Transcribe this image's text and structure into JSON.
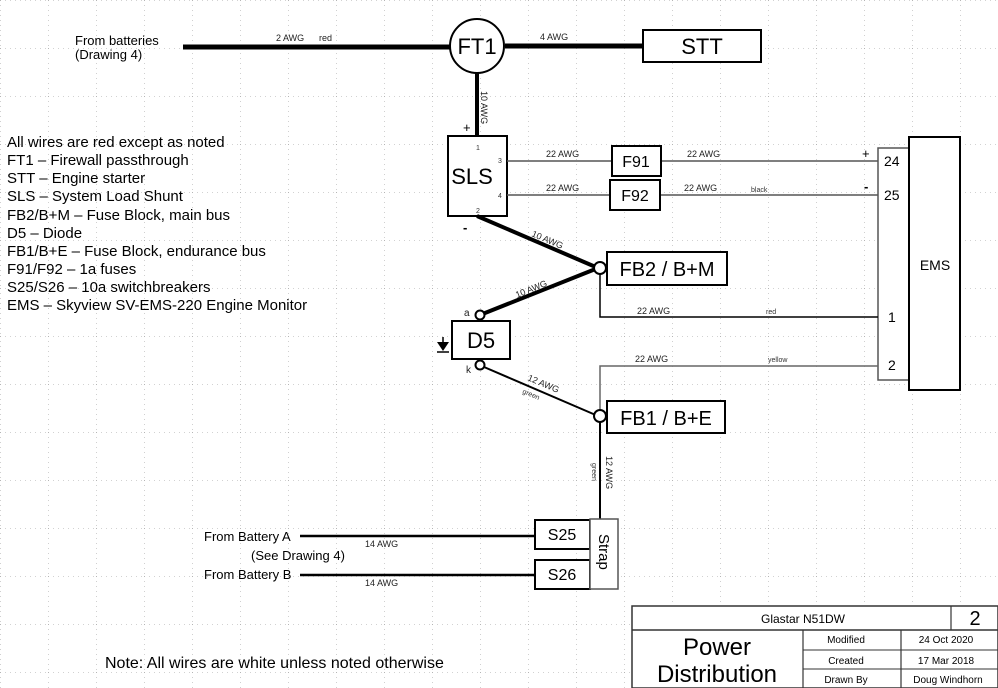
{
  "legend": {
    "lines": [
      "All wires are red except as noted",
      "FT1 – Firewall passthrough",
      "STT – Engine starter",
      "SLS – System Load Shunt",
      "FB2/B+M – Fuse Block, main bus",
      "D5 – Diode",
      "FB1/B+E – Fuse Block, endurance bus",
      "F91/F92 – 1a fuses",
      "S25/S26 – 10a switchbreakers",
      "EMS – Skyview SV-EMS-220 Engine Monitor"
    ]
  },
  "source_labels": {
    "from_batteries_1": "From batteries",
    "from_batteries_2": "(Drawing 4)",
    "battery_a": "From Battery A",
    "see_drawing": "(See Drawing 4)",
    "battery_b": "From Battery B"
  },
  "components": {
    "ft1": "FT1",
    "stt": "STT",
    "sls": "SLS",
    "f91": "F91",
    "f92": "F92",
    "ems": "EMS",
    "fb2": "FB2 / B+M",
    "d5": "D5",
    "fb1": "FB1 / B+E",
    "s25": "S25",
    "s26": "S26",
    "strap": "Strap"
  },
  "pins": {
    "sls_1": "1",
    "sls_2": "2",
    "sls_3": "3",
    "sls_4": "4",
    "sls_plus": "+",
    "sls_minus": "-",
    "d5_a": "a",
    "d5_k": "k",
    "ems_24": "24",
    "ems_25": "25",
    "ems_1": "1",
    "ems_2": "2",
    "ems_plus": "+",
    "ems_minus": "-"
  },
  "wires": {
    "batt_ft1_gauge": "2 AWG",
    "batt_ft1_color": "red",
    "ft1_stt_gauge": "4 AWG",
    "ft1_sls_gauge": "10 AWG",
    "sls3_f91_gauge": "22 AWG",
    "f91_ems_gauge": "22 AWG",
    "sls4_f92_gauge": "22 AWG",
    "f92_ems_gauge": "22 AWG",
    "f92_ems_color": "black",
    "sls_fb2_gauge": "10 AWG",
    "d5_fb2_gauge": "10 AWG",
    "fb2_ems1_gauge": "22 AWG",
    "fb2_ems1_color": "red",
    "fb1_ems2_gauge": "22 AWG",
    "fb1_ems2_color": "yellow",
    "d5_fb1_gauge": "12 AWG",
    "d5_fb1_color": "green",
    "fb1_s25_gauge": "12 AWG",
    "fb1_s25_color": "green",
    "batta_s25_gauge": "14 AWG",
    "battb_s26_gauge": "14 AWG"
  },
  "note": "Note: All wires are white unless noted otherwise",
  "title_block": {
    "project": "Glastar N51DW",
    "sheet": "2",
    "title_line1": "Power",
    "title_line2": "Distribution",
    "modified_label": "Modified",
    "modified_value": "24 Oct 2020",
    "created_label": "Created",
    "created_value": "17 Mar 2018",
    "drawn_by_label": "Drawn By",
    "drawn_by_value": "Doug Windhorn"
  }
}
